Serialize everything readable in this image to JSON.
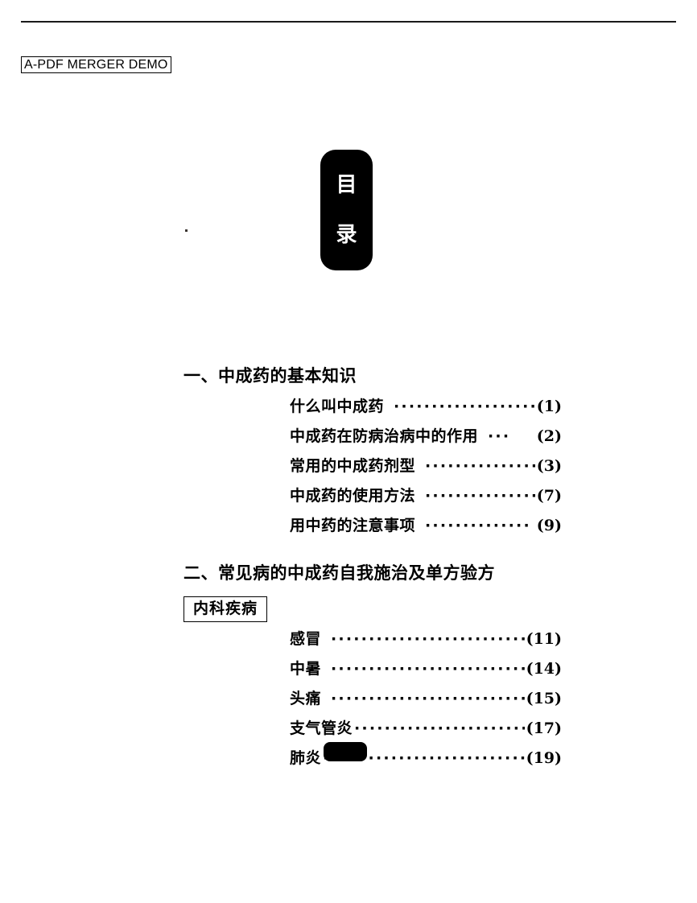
{
  "watermark": {
    "label": "A-PDF MERGER DEMO"
  },
  "title_plaque": {
    "char_top": "目",
    "char_bottom": "录"
  },
  "sections": [
    {
      "heading": "一、中成药的基本知识",
      "entries": [
        {
          "title": "什么叫中成药",
          "leader": "·······················",
          "page": "(1)"
        },
        {
          "title": "中成药在防病治病中的作用",
          "leader": "···",
          "page": "(2)"
        },
        {
          "title": "常用的中成药剂型",
          "leader": "···············",
          "page": "(3)"
        },
        {
          "title": "中成药的使用方法",
          "leader": "···············",
          "page": "(7)"
        },
        {
          "title": "用中药的注意事项",
          "leader": "··············",
          "page": "(9)"
        }
      ]
    },
    {
      "heading": "二、常见病的中成药自我施治及单方验方",
      "category": "内科疾病",
      "entries": [
        {
          "title": "感冒",
          "leader": "······························",
          "page": "(11)"
        },
        {
          "title": "中暑",
          "leader": "······························",
          "page": "(14)"
        },
        {
          "title": "头痛",
          "leader": "······························",
          "page": "(15)"
        },
        {
          "title": "支气管炎",
          "leader": "························",
          "page": "(17)"
        },
        {
          "title": "肺炎",
          "leader": "······························",
          "page": "(19)"
        }
      ]
    }
  ],
  "colors": {
    "ink": "#000000",
    "page": "#ffffff"
  }
}
